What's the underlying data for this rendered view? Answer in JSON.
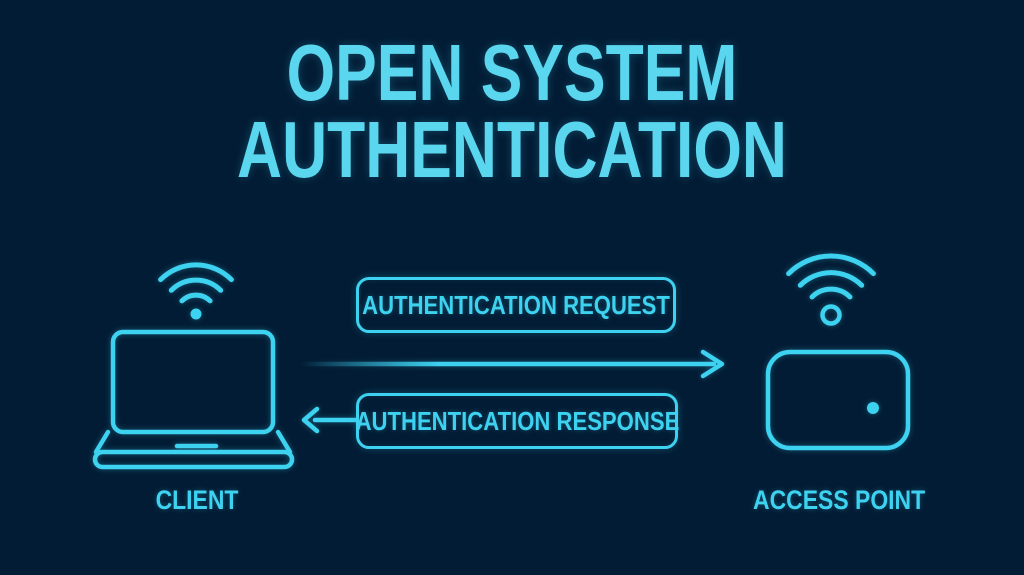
{
  "title": {
    "line1": "OPEN SYSTEM",
    "line2": "AUTHENTICATION"
  },
  "nodes": {
    "client": {
      "label": "CLIENT",
      "icon": "laptop-icon",
      "signal_icon": "wifi-icon"
    },
    "access_point": {
      "label": "ACCESS POINT",
      "icon": "router-icon",
      "signal_icon": "wifi-icon"
    }
  },
  "messages": [
    {
      "label": "AUTHENTICATION REQUEST",
      "direction": "client-to-access-point"
    },
    {
      "label": "AUTHENTICATION RESPONSE",
      "direction": "access-point-to-client"
    }
  ],
  "colors": {
    "background": "#031c35",
    "accent": "#3dd2f0",
    "title_text": "#5bd6ef"
  }
}
